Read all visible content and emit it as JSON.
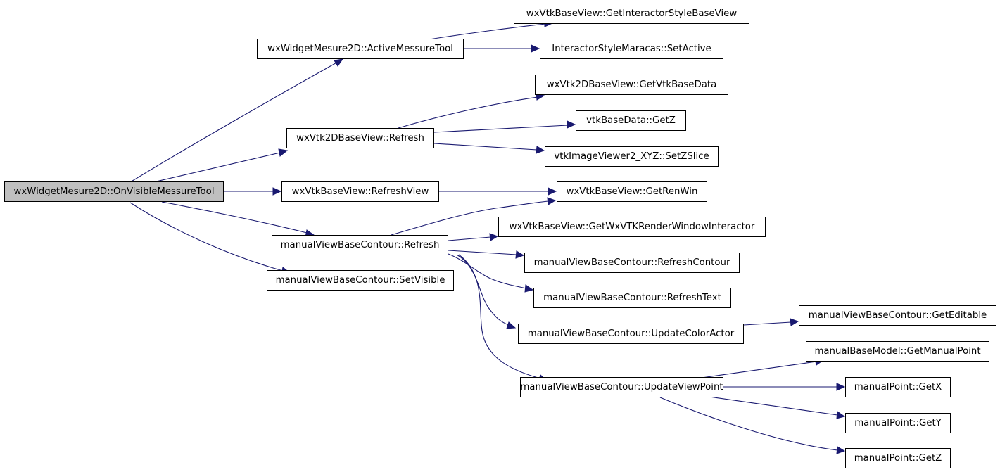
{
  "nodes": {
    "root": "wxWidgetMesure2D::OnVisibleMessureTool",
    "active_messure_tool": "wxWidgetMesure2D::ActiveMessureTool",
    "get_interactor_style_base_view": "wxVtkBaseView::GetInteractorStyleBaseView",
    "set_active": "InteractorStyleMaracas::SetActive",
    "get_vtk_base_data": "wxVtk2DBaseView::GetVtkBaseData",
    "vtk2d_refresh": "wxVtk2DBaseView::Refresh",
    "get_z_base": "vtkBaseData::GetZ",
    "set_z_slice": "vtkImageViewer2_XYZ::SetZSlice",
    "refresh_view": "wxVtkBaseView::RefreshView",
    "get_ren_win": "wxVtkBaseView::GetRenWin",
    "contour_refresh": "manualViewBaseContour::Refresh",
    "get_wx_vtk_rwi": "wxVtkBaseView::GetWxVTKRenderWindowInteractor",
    "refresh_contour": "manualViewBaseContour::RefreshContour",
    "set_visible": "manualViewBaseContour::SetVisible",
    "refresh_text": "manualViewBaseContour::RefreshText",
    "get_editable": "manualViewBaseContour::GetEditable",
    "update_color_actor": "manualViewBaseContour::UpdateColorActor",
    "get_manual_point": "manualBaseModel::GetManualPoint",
    "get_x": "manualPoint::GetX",
    "update_view_point": "manualViewBaseContour::UpdateViewPoint",
    "get_y": "manualPoint::GetY",
    "get_z_point": "manualPoint::GetZ"
  },
  "colors": {
    "edge": "#191970",
    "root_fill": "#bfbfbf",
    "node_fill": "#ffffff",
    "border": "#000000"
  }
}
